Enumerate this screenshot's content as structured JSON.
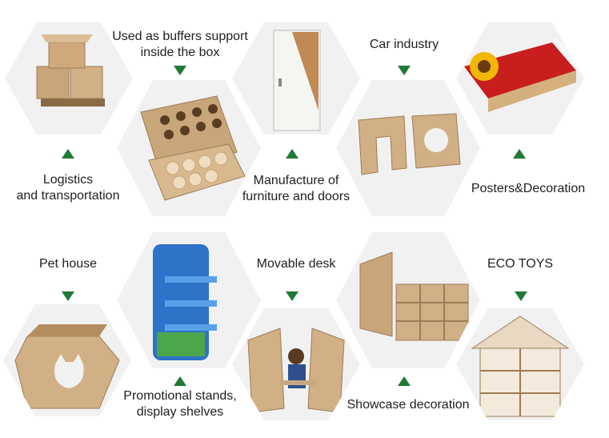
{
  "colors": {
    "arrow": "#1e7a35",
    "hex_bg": "#f1f1f1",
    "cardboard": "#c9a57a"
  },
  "labels": {
    "buffers": "Used as buffers support\ninside the box",
    "car": "Car industry",
    "logistics": "Logistics\nand transportation",
    "furniture": "Manufacture of\nfurniture and doors",
    "posters": "Posters&Decoration",
    "pet": "Pet house",
    "desk": "Movable desk",
    "eco": "ECO TOYS",
    "promo": "Promotional stands,\ndisplay shelves",
    "showcase": "Showcase decoration"
  },
  "images": {
    "logistics": "cardboard-boxes-on-pallet",
    "buffers": "honeycomb-egg-tray",
    "door": "door-with-honeycomb-core",
    "car": "car-honeycomb-panels",
    "posters": "sunflower-honeycomb-board",
    "pet": "cardboard-cat-house",
    "promo": "blue-display-shelf",
    "desk": "cardboard-movable-desk",
    "showcase": "cardboard-showcase-shelves",
    "eco": "cardboard-dollhouse"
  }
}
